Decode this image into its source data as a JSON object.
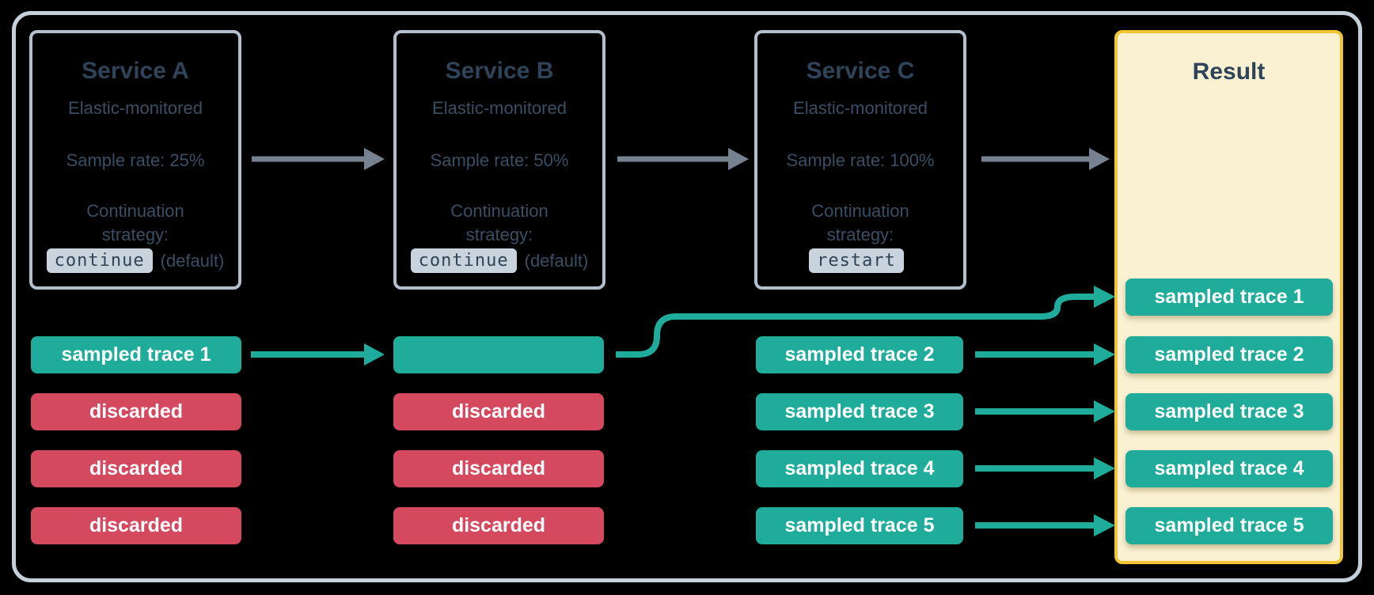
{
  "colors": {
    "teal": "#1FAC9B",
    "red": "#D5495F",
    "slate_title": "#2F4458",
    "slate_body": "#3A4F63",
    "arrow_gray": "#76828F",
    "frame_border": "#C6D0DA",
    "service_border": "#B3C0CD",
    "code_chip_bg": "#C9D3DD",
    "result_bg": "#FAF1D3",
    "result_border": "#F3C433",
    "chip_text": "#FFFFFF",
    "background": "#000000"
  },
  "services": [
    {
      "title": "Service A",
      "monitoring": "Elastic-monitored",
      "sample_rate": "Sample rate: 25%",
      "continuation_line1": "Continuation",
      "continuation_line2": "strategy:",
      "strategy_code": "continue",
      "strategy_note": "(default)"
    },
    {
      "title": "Service B",
      "monitoring": "Elastic-monitored",
      "sample_rate": "Sample rate: 50%",
      "continuation_line1": "Continuation",
      "continuation_line2": "strategy:",
      "strategy_code": "continue",
      "strategy_note": "(default)"
    },
    {
      "title": "Service C",
      "monitoring": "Elastic-monitored",
      "sample_rate": "Sample rate: 100%",
      "continuation_line1": "Continuation",
      "continuation_line2": "strategy:",
      "strategy_code": "restart",
      "strategy_note": ""
    }
  ],
  "result": {
    "title": "Result",
    "chips": [
      "sampled trace 1",
      "sampled trace 2",
      "sampled trace 3",
      "sampled trace 4",
      "sampled trace 5"
    ]
  },
  "trace_columns": {
    "service_a": [
      "sampled trace 1",
      "discarded",
      "discarded",
      "discarded"
    ],
    "service_b": [
      "",
      "discarded",
      "discarded",
      "discarded"
    ],
    "service_c": [
      "sampled trace 2",
      "sampled trace 3",
      "sampled trace 4",
      "sampled trace 5"
    ]
  }
}
